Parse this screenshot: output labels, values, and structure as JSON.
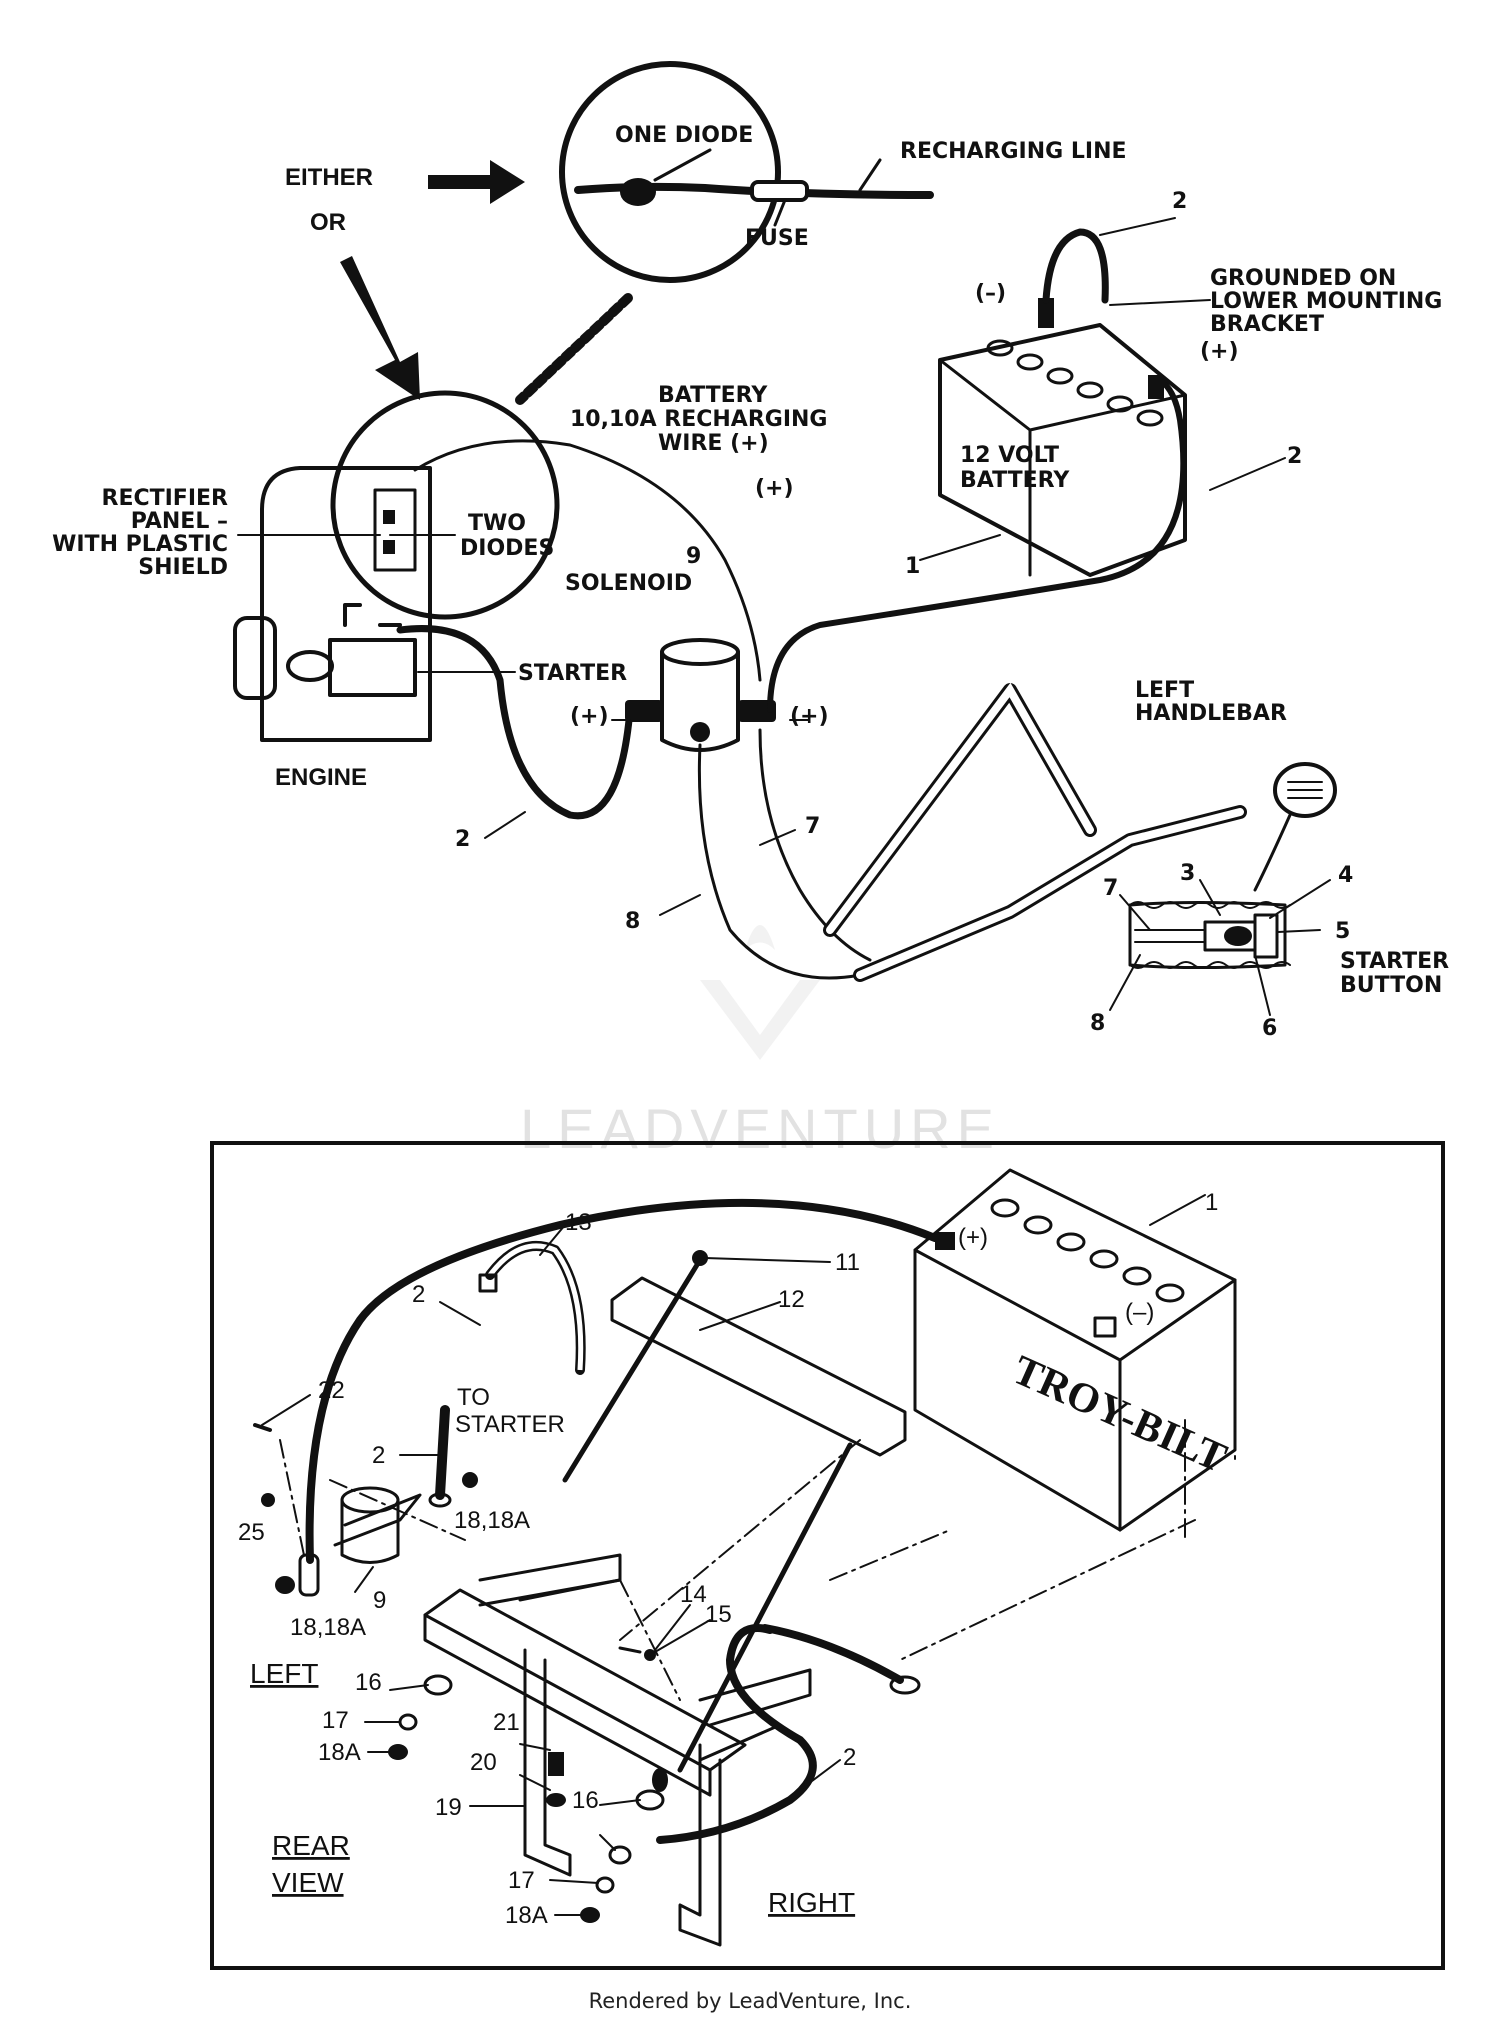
{
  "top": {
    "either": "EITHER",
    "or": "OR",
    "one_diode": "ONE DIODE",
    "recharging_line": "RECHARGING LINE",
    "fuse": "FUSE",
    "rectifier_1": "RECTIFIER",
    "rectifier_2": "PANEL –",
    "rectifier_3": "WITH PLASTIC",
    "rectifier_4": "SHIELD",
    "two_diodes_1": "TWO",
    "two_diodes_2": "DIODES",
    "engine": "ENGINE",
    "starter": "STARTER",
    "solenoid": "SOLENOID",
    "battery_wire_1": "BATTERY",
    "battery_wire_2": "10,10A RECHARGING",
    "battery_wire_3": "WIRE (+)",
    "plus_paren": "(+)",
    "minus_paren": "(–)",
    "grounded_1": "GROUNDED ON",
    "grounded_2": "LOWER MOUNTING",
    "grounded_3": "BRACKET",
    "battery_1": "12 VOLT",
    "battery_2": "BATTERY",
    "left_handlebar_1": "LEFT",
    "left_handlebar_2": "HANDLEBAR",
    "starter_button_1": "STARTER",
    "starter_button_2": "BUTTON",
    "n1": "1",
    "n2": "2",
    "n3": "3",
    "n4": "4",
    "n5": "5",
    "n6": "6",
    "n7": "7",
    "n8": "8",
    "n9": "9"
  },
  "bottom": {
    "to_starter_1": "TO",
    "to_starter_2": "STARTER",
    "left": "LEFT",
    "right": "RIGHT",
    "rear_view_1": "REAR",
    "rear_view_2": "VIEW",
    "battery_brand": "TROY-BILT",
    "plus_paren": "(+)",
    "minus_paren": "(–)",
    "n1": "1",
    "n2": "2",
    "n9": "9",
    "n11": "11",
    "n12": "12",
    "n13": "13",
    "n14": "14",
    "n15": "15",
    "n16": "16",
    "n17": "17",
    "n18": "18,18A",
    "n18a": "18A",
    "n19": "19",
    "n20": "20",
    "n21": "21",
    "n22": "22",
    "n25": "25"
  },
  "watermark": "LEADVENTURE",
  "footer": "Rendered by LeadVenture, Inc."
}
